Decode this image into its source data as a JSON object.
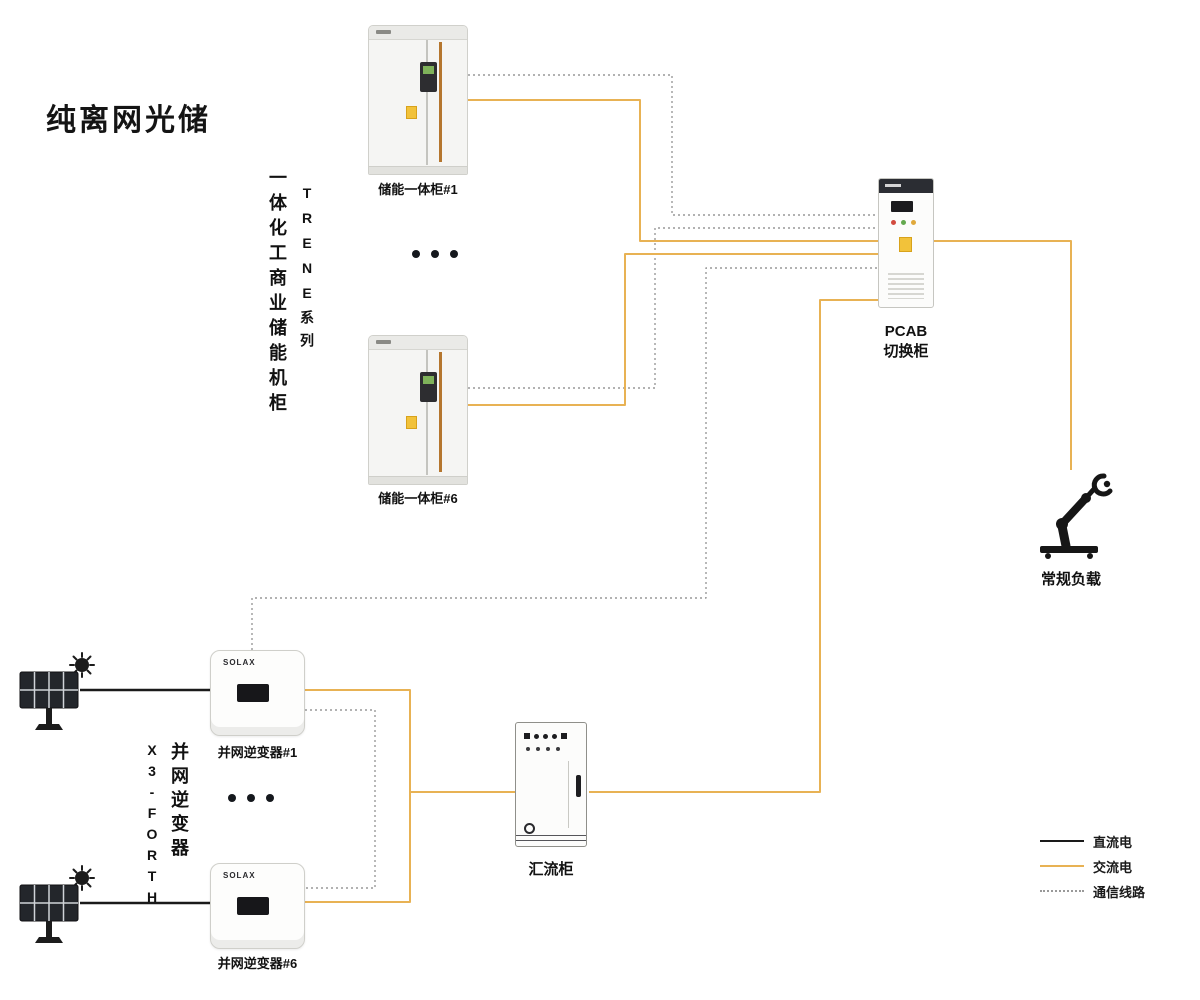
{
  "title": "纯离网光储",
  "series_labels": {
    "storage": {
      "series": "TRENE系列",
      "name": "一体化工商业储能机柜"
    },
    "inverter": {
      "series": "X3-FORTH",
      "name": "并网逆变器"
    }
  },
  "brand": "SOLAX",
  "nodes": {
    "storage1": {
      "label": "储能一体柜#1"
    },
    "storage6": {
      "label": "储能一体柜#6"
    },
    "pcab": {
      "line1": "PCAB",
      "line2": "切换柜"
    },
    "load": {
      "label": "常规负载"
    },
    "inverter1": {
      "label": "并网逆变器#1"
    },
    "inverter6": {
      "label": "并网逆变器#6"
    },
    "combiner": {
      "label": "汇流柜"
    }
  },
  "legend": [
    {
      "id": "dc",
      "label": "直流电"
    },
    {
      "id": "ac",
      "label": "交流电"
    },
    {
      "id": "comm",
      "label": "通信线路"
    }
  ],
  "colors": {
    "dc": "#1a1a1a",
    "ac": "#E8B254",
    "comm": "#999999"
  }
}
